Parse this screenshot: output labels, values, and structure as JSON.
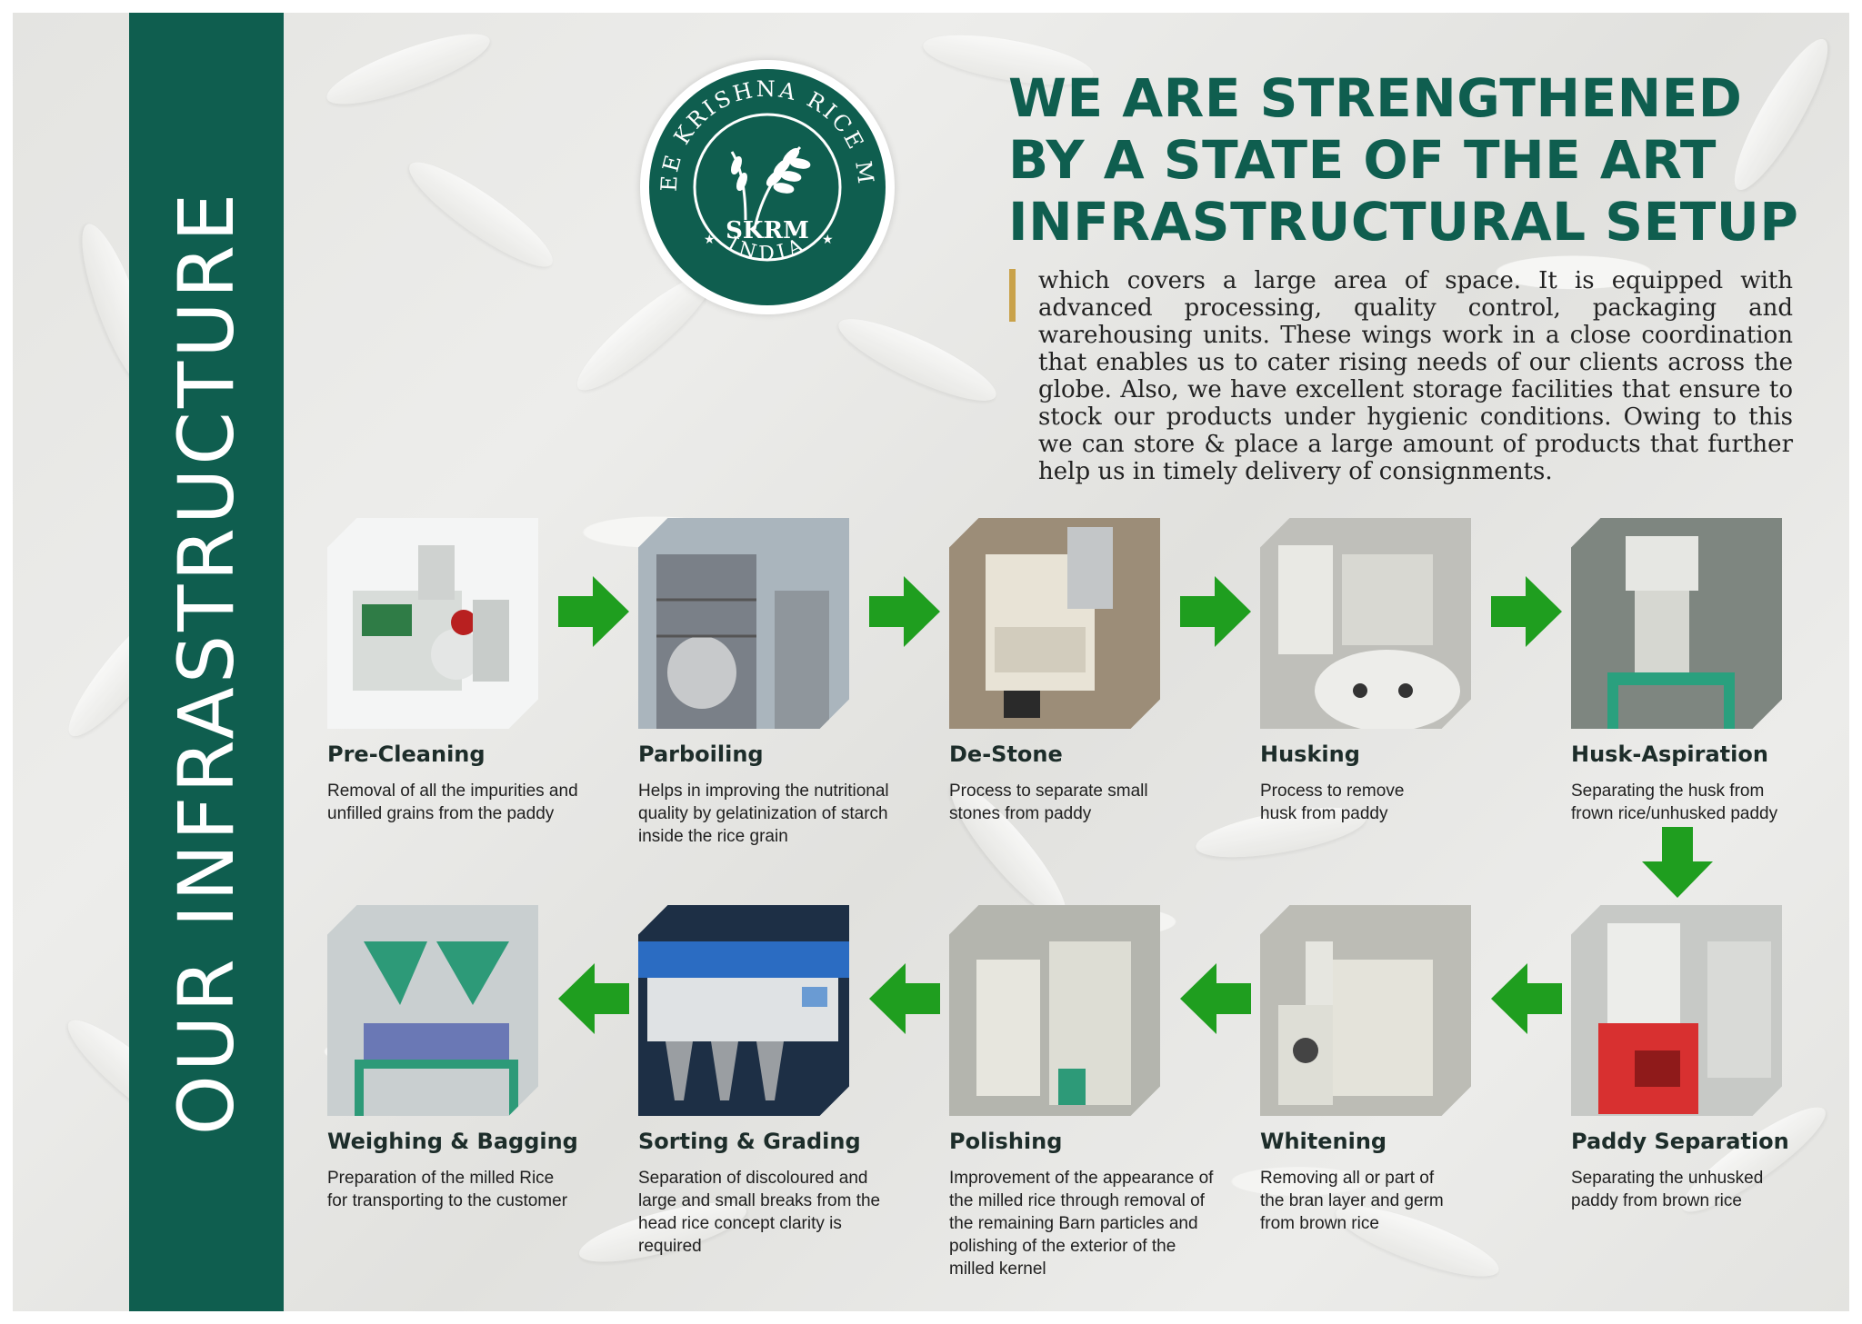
{
  "sidebar": {
    "title": "OUR INFRASTRUCTURE"
  },
  "seal": {
    "ring_text_top": "SHREE KRISHNA RICE MILLS",
    "ring_text_bottom": "INDIA",
    "monogram": "SKRM",
    "color": "#0f5e4f"
  },
  "header": {
    "headline": "WE ARE STRENGTHENED BY A STATE OF THE ART INFRASTRUCTURAL SETUP",
    "description": "which covers a large area of space. It is equipped with advanced processing, quality control, packaging and warehousing units. These wings work in a close coordination that enables us to cater rising needs of our clients across the globe. Also, we have excellent storage facilities that ensure to stock our products under hygienic conditions. Owing to this we can store & place a large amount of products that further help us in timely delivery of consignments."
  },
  "colors": {
    "brand_green": "#0f5e4f",
    "arrow_green": "#1f9e1f",
    "accent_gold": "#c9a24a"
  },
  "steps": [
    {
      "title": "Pre-Cleaning",
      "text": "Removal of all the impurities and unfilled grains from the paddy"
    },
    {
      "title": "Parboiling",
      "text": "Helps in improving the nutritional quality by gelatinization of starch inside the rice grain"
    },
    {
      "title": "De-Stone",
      "text": "Process to separate small stones from paddy"
    },
    {
      "title": "Husking",
      "text": "Process to remove husk from paddy"
    },
    {
      "title": "Husk-Aspiration",
      "text": "Separating the husk from frown rice/unhusked paddy"
    },
    {
      "title": "Paddy Separation",
      "text": "Separating the unhusked paddy from brown rice"
    },
    {
      "title": "Whitening",
      "text": "Removing all or part of the bran layer and germ from brown rice"
    },
    {
      "title": "Polishing",
      "text": "Improvement of the appearance of the milled rice through removal of the remaining Barn particles and polishing of the exterior of the milled kernel"
    },
    {
      "title": "Sorting & Grading",
      "text": "Separation of discoloured and large and small breaks from the head rice concept clarity is required"
    },
    {
      "title": "Weighing & Bagging",
      "text": "Preparation of the milled Rice for transporting to the customer"
    }
  ]
}
